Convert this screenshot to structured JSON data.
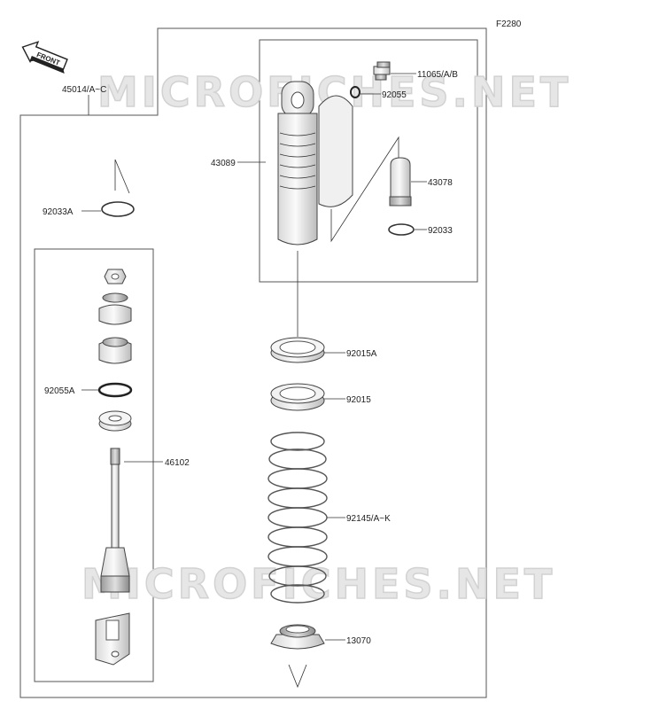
{
  "diagram_code": "F2280",
  "front_label": "FRONT",
  "watermark": "MICROFICHES.NET",
  "parts": {
    "p45014": "45014/A~C",
    "p11065": "11065/A/B",
    "p92055_top": "92055",
    "p43089": "43089",
    "p43078": "43078",
    "p92033": "92033",
    "p92033A": "92033A",
    "p92015A": "92015A",
    "p92015": "92015",
    "p92055A": "92055A",
    "p46102": "46102",
    "p92145": "92145/A~K",
    "p13070": "13070"
  }
}
